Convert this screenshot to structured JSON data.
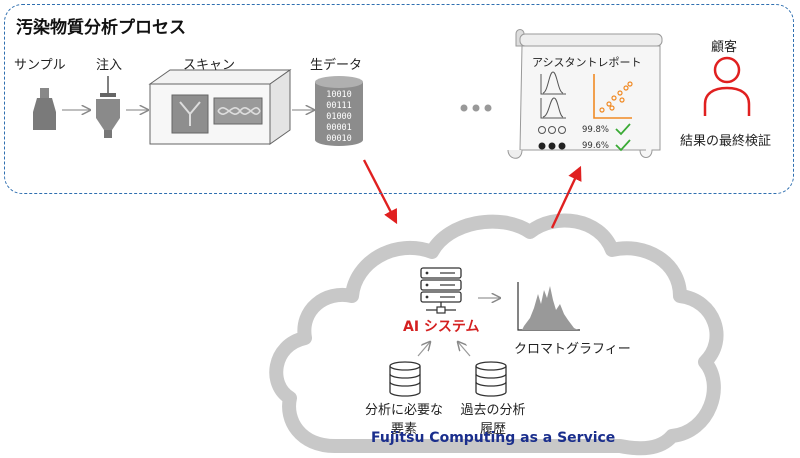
{
  "panel": {
    "title": "汚染物質分析プロセス",
    "steps": {
      "sample": "サンプル",
      "injection": "注入",
      "scan": "スキャン",
      "raw_data": "生データ"
    },
    "raw_bits": [
      "10010",
      "00111",
      "01000",
      "00001",
      "00010"
    ],
    "report": {
      "title": "アシスタントレポート",
      "score_1": "99.8%",
      "score_2": "99.6%"
    },
    "customer": {
      "label": "顧客",
      "action": "結果の最終検証"
    }
  },
  "cloud": {
    "title": "Fujitsu Computing as a Service",
    "ai_system": "AI システム",
    "chromatography": "クロマトグラフィー",
    "db_required_line1": "分析に必要な",
    "db_required_line2": "要素",
    "db_history_line1": "過去の分析",
    "db_history_line2": "履歴"
  },
  "colors": {
    "panel_border": "#2f6fb0",
    "arrow_red": "#e02020",
    "cloud_outline": "#c8c8c8",
    "scatter_orange": "#f08a24",
    "check_green": "#3aaa35",
    "cloud_title": "#1a2e8c",
    "ai_label": "#d42020"
  }
}
